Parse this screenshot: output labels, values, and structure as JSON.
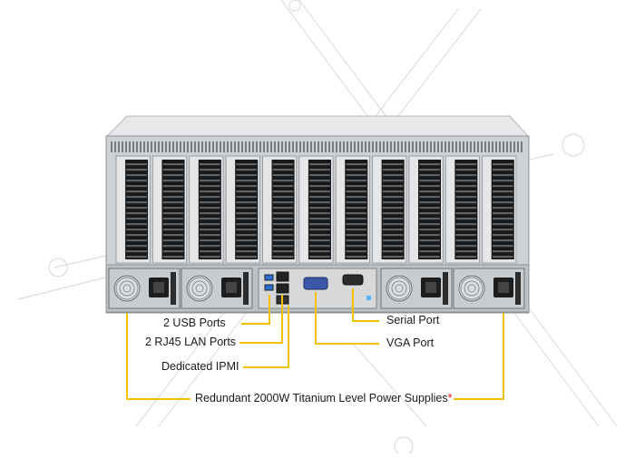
{
  "colors": {
    "leader": "#f2c200",
    "chassis": "#cfd2d4",
    "chassis_dark": "#55585b",
    "slot_black": "#17181a",
    "watermark": "#d9d9d9"
  },
  "server": {
    "pcie_slot_count": 11,
    "psu_count": 4
  },
  "callouts": {
    "usb": "2 USB Ports",
    "lan": "2 RJ45 LAN Ports",
    "ipmi": "Dedicated IPMI",
    "serial": "Serial Port",
    "vga": "VGA Port",
    "psu": "Redundant 2000W Titanium Level Power Supplies",
    "psu_note_mark": "*"
  }
}
